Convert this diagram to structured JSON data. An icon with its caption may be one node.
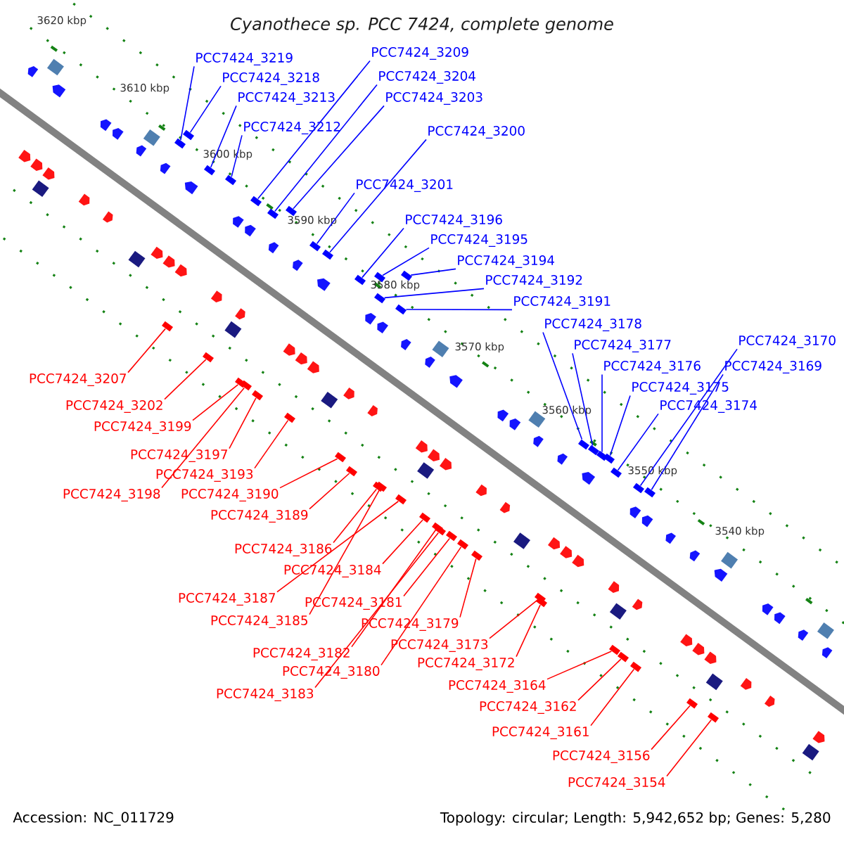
{
  "diagram": {
    "title": "Cyanothece sp. PCC 7424, complete genome",
    "nodes": [
      {
        "text": [
          "PCC7424_3209"
        ]
      },
      {
        "text": [
          "PCC7424_3219"
        ]
      },
      {
        "text": [
          "PCC7424_3204"
        ]
      },
      {
        "text": [
          "PCC7424_3218"
        ]
      },
      {
        "text": [
          "PCC7424_3203"
        ]
      },
      {
        "text": [
          "PCC7424_3213"
        ]
      },
      {
        "text": [
          "PCC7424_3212"
        ]
      },
      {
        "text": [
          "PCC7424_3200"
        ]
      },
      {
        "text": [
          "PCC7424_3201"
        ]
      },
      {
        "text": [
          "PCC7424_3196"
        ]
      },
      {
        "text": [
          "PCC7424_3195"
        ]
      },
      {
        "text": [
          "PCC7424_3194"
        ]
      },
      {
        "text": [
          "PCC7424_3192"
        ]
      },
      {
        "text": [
          "PCC7424_3191"
        ]
      },
      {
        "text": [
          "PCC7424_3178"
        ]
      },
      {
        "text": [
          "PCC7424_3170"
        ]
      },
      {
        "text": [
          "PCC7424_3177"
        ]
      },
      {
        "text": [
          "PCC7424_3176"
        ]
      },
      {
        "text": [
          "PCC7424_3169"
        ]
      },
      {
        "text": [
          "PCC7424_3175"
        ]
      },
      {
        "text": [
          "PCC7424_3174"
        ]
      },
      {
        "text": [
          "PCC7424_3207"
        ]
      },
      {
        "text": [
          "PCC7424_3202"
        ]
      },
      {
        "text": [
          "PCC7424_3199"
        ]
      },
      {
        "text": [
          "PCC7424_3197"
        ]
      },
      {
        "text": [
          "PCC7424_3193"
        ]
      },
      {
        "text": [
          "PCC7424_3198"
        ]
      },
      {
        "text": [
          "PCC7424_3190"
        ]
      },
      {
        "text": [
          "PCC7424_3189"
        ]
      },
      {
        "text": [
          "PCC7424_3186"
        ]
      },
      {
        "text": [
          "PCC7424_3184"
        ]
      },
      {
        "text": [
          "PCC7424_3187"
        ]
      },
      {
        "text": [
          "PCC7424_3181"
        ]
      },
      {
        "text": [
          "PCC7424_3185"
        ]
      },
      {
        "text": [
          "PCC7424_3179"
        ]
      },
      {
        "text": [
          "PCC7424_3173"
        ]
      },
      {
        "text": [
          "PCC7424_3182"
        ]
      },
      {
        "text": [
          "PCC7424_3172"
        ]
      },
      {
        "text": [
          "PCC7424_3180"
        ]
      },
      {
        "text": [
          "PCC7424_3164"
        ]
      },
      {
        "text": [
          "PCC7424_3183"
        ]
      },
      {
        "text": [
          "PCC7424_3162"
        ]
      },
      {
        "text": [
          "PCC7424_3161"
        ]
      },
      {
        "text": [
          "PCC7424_3156"
        ]
      },
      {
        "text": [
          "PCC7424_3154"
        ]
      },
      {
        "text": [],
        "shape": "box"
      },
      {
        "text": [],
        "shape": "box"
      },
      {
        "text": [],
        "shape": "box"
      },
      {
        "text": [],
        "shape": "box"
      },
      {
        "text": [],
        "shape": "box"
      },
      {
        "text": [],
        "shape": "box"
      },
      {
        "text": [],
        "shape": "box"
      },
      {
        "text": [],
        "shape": "box"
      },
      {
        "text": [],
        "shape": "box"
      },
      {
        "text": [],
        "shape": "box"
      },
      {
        "text": [],
        "shape": "box"
      },
      {
        "text": [],
        "shape": "box"
      },
      {
        "text": [],
        "shape": "box"
      },
      {
        "text": [],
        "shape": "box"
      },
      {
        "text": [],
        "shape": "box"
      },
      {
        "text": [],
        "shape": "box"
      },
      {
        "text": [],
        "shape": "box"
      },
      {
        "text": [],
        "shape": "box"
      },
      {
        "text": [],
        "shape": "box"
      },
      {
        "text": [],
        "shape": "box"
      },
      {
        "text": [],
        "shape": "box"
      },
      {
        "text": [],
        "shape": "box"
      },
      {
        "text": [],
        "shape": "box"
      },
      {
        "text": [],
        "shape": "box"
      },
      {
        "text": [],
        "shape": "box"
      },
      {
        "text": [],
        "shape": "box"
      },
      {
        "text": [],
        "shape": "box"
      },
      {
        "text": [],
        "shape": "box"
      },
      {
        "text": [],
        "shape": "box"
      },
      {
        "text": [],
        "shape": "box"
      },
      {
        "text": [],
        "shape": "box"
      },
      {
        "text": [],
        "shape": "box"
      },
      {
        "text": [],
        "shape": "box"
      },
      {
        "text": [],
        "shape": "box"
      },
      {
        "text": [],
        "shape": "box"
      },
      {
        "text": [],
        "shape": "box"
      },
      {
        "text": [],
        "shape": "box"
      },
      {
        "text": [],
        "shape": "box"
      },
      {
        "text": [],
        "shape": "box"
      },
      {
        "text": [],
        "shape": "box"
      },
      {
        "text": [],
        "shape": "box"
      },
      {
        "text": [],
        "shape": "box"
      },
      {
        "text": [],
        "shape": "box"
      },
      {
        "text": [],
        "shape": "box"
      },
      {
        "text": [],
        "shape": "box"
      }
    ],
    "edges": [
      {
        "from": 0,
        "to": 45,
        "arrow": "none",
        "color": "#0000ff"
      },
      {
        "from": 1,
        "to": 46,
        "arrow": "none",
        "color": "#0000ff"
      },
      {
        "from": 2,
        "to": 47,
        "arrow": "none",
        "color": "#0000ff"
      },
      {
        "from": 3,
        "to": 48,
        "arrow": "none",
        "color": "#0000ff"
      },
      {
        "from": 4,
        "to": 49,
        "arrow": "none",
        "color": "#0000ff"
      },
      {
        "from": 5,
        "to": 50,
        "arrow": "none",
        "color": "#0000ff"
      },
      {
        "from": 6,
        "to": 51,
        "arrow": "none",
        "color": "#0000ff"
      },
      {
        "from": 7,
        "to": 52,
        "arrow": "none",
        "color": "#0000ff"
      },
      {
        "from": 8,
        "to": 53,
        "arrow": "none",
        "color": "#0000ff"
      },
      {
        "from": 9,
        "to": 54,
        "arrow": "none",
        "color": "#0000ff"
      },
      {
        "from": 10,
        "to": 55,
        "arrow": "none",
        "color": "#0000ff"
      },
      {
        "from": 11,
        "to": 56,
        "arrow": "none",
        "color": "#0000ff"
      },
      {
        "from": 12,
        "to": 57,
        "arrow": "none",
        "color": "#0000ff"
      },
      {
        "from": 13,
        "to": 58,
        "arrow": "none",
        "color": "#0000ff"
      },
      {
        "from": 14,
        "to": 59,
        "arrow": "none",
        "color": "#0000ff"
      },
      {
        "from": 15,
        "to": 60,
        "arrow": "none",
        "color": "#0000ff"
      },
      {
        "from": 16,
        "to": 61,
        "arrow": "none",
        "color": "#0000ff"
      },
      {
        "from": 17,
        "to": 62,
        "arrow": "none",
        "color": "#0000ff"
      },
      {
        "from": 18,
        "to": 63,
        "arrow": "none",
        "color": "#0000ff"
      },
      {
        "from": 19,
        "to": 64,
        "arrow": "none",
        "color": "#0000ff"
      },
      {
        "from": 20,
        "to": 65,
        "arrow": "none",
        "color": "#0000ff"
      },
      {
        "from": 21,
        "to": 66,
        "arrow": "none"
      },
      {
        "from": 22,
        "to": 67,
        "arrow": "none"
      },
      {
        "from": 23,
        "to": 68,
        "arrow": "none"
      },
      {
        "from": 24,
        "to": 69,
        "arrow": "none"
      },
      {
        "from": 25,
        "to": 70,
        "arrow": "none"
      },
      {
        "from": 26,
        "to": 71,
        "arrow": "none"
      },
      {
        "from": 27,
        "to": 72,
        "arrow": "none"
      },
      {
        "from": 28,
        "to": 73,
        "arrow": "none"
      },
      {
        "from": 29,
        "to": 74,
        "arrow": "none"
      },
      {
        "from": 30,
        "to": 75,
        "arrow": "none"
      },
      {
        "from": 31,
        "to": 76,
        "arrow": "none"
      },
      {
        "from": 32,
        "to": 77,
        "arrow": "none"
      },
      {
        "from": 33,
        "to": 78,
        "arrow": "none"
      },
      {
        "from": 34,
        "to": 79,
        "arrow": "none"
      },
      {
        "from": 35,
        "to": 80,
        "arrow": "none"
      },
      {
        "from": 36,
        "to": 81,
        "arrow": "none"
      },
      {
        "from": 37,
        "to": 82,
        "arrow": "none"
      },
      {
        "from": 38,
        "to": 83,
        "arrow": "none"
      },
      {
        "from": 39,
        "to": 84,
        "arrow": "none"
      },
      {
        "from": 40,
        "to": 85,
        "arrow": "none"
      },
      {
        "from": 41,
        "to": 86,
        "arrow": "none"
      },
      {
        "from": 42,
        "to": 87,
        "arrow": "none"
      },
      {
        "from": 43,
        "to": 88,
        "arrow": "none"
      },
      {
        "from": 44,
        "to": 89,
        "arrow": "none"
      }
    ],
    "labels": [
      "3620 kbp",
      "3610 kbp",
      "3600 kbp",
      "3590 kbp",
      "3580 kbp",
      "3570 kbp",
      "3560 kbp",
      "3550 kbp",
      "3540 kbp",
      "Accession: NC_011729",
      "Topology: circular; Length: 5,942,652 bp; Genes: 5,280"
    ]
  }
}
